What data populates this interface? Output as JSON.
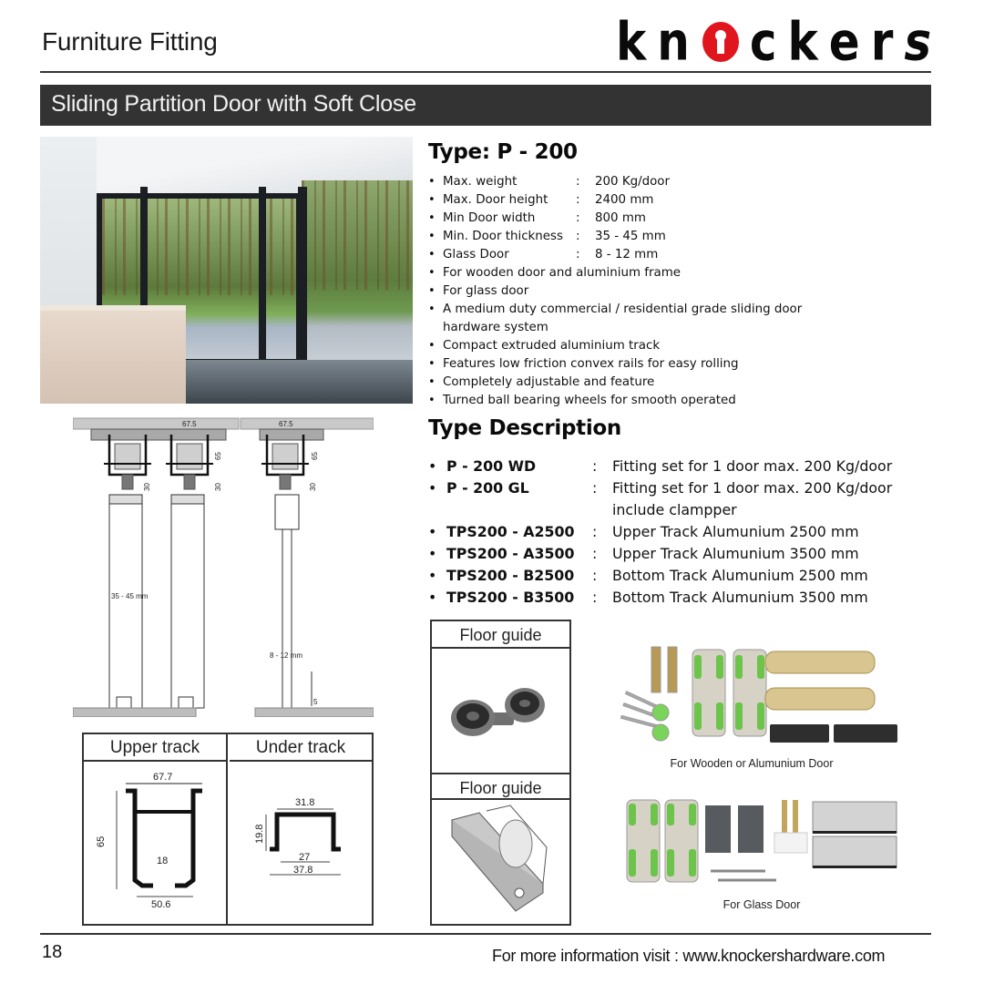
{
  "header": {
    "section_title": "Furniture Fitting",
    "brand": {
      "letters": [
        "k",
        "n",
        "c",
        "k",
        "e",
        "r",
        "s"
      ],
      "keyhole_color": "#e0151d",
      "text_color": "#0a0a0a"
    },
    "banner_title": "Sliding Partition Door with Soft Close",
    "banner_bg": "#333333"
  },
  "hero_photo": {
    "alt": "Interior with black-framed sliding glass door opening to a pine forest"
  },
  "type": {
    "title": "Type: P - 200",
    "specs": [
      {
        "key": "Max. weight",
        "sep": ":",
        "value": "200 Kg/door"
      },
      {
        "key": "Max. Door height",
        "sep": ":",
        "value": "2400 mm"
      },
      {
        "key": "Min Door width",
        "sep": ":",
        "value": "800 mm"
      },
      {
        "key": "Min. Door thickness",
        "sep": ":",
        "value": "35 - 45 mm"
      },
      {
        "key": "Glass Door",
        "sep": ":",
        "value": "8 - 12 mm"
      }
    ],
    "features": [
      "For wooden door and aluminium frame",
      "For glass door",
      "A medium duty commercial / residential grade sliding door hardware system",
      "Compact extruded aluminium track",
      "Features low friction convex rails for easy rolling",
      "Completely adjustable and feature",
      "Turned ball bearing wheels for smooth operated"
    ]
  },
  "type_description": {
    "title": "Type Description",
    "items": [
      {
        "code": "P - 200 WD",
        "sep": ":",
        "desc": "Fitting set for 1 door max. 200 Kg/door"
      },
      {
        "code": "P - 200 GL",
        "sep": ":",
        "desc": "Fitting set for 1 door max. 200 Kg/door include clampper"
      },
      {
        "code": "TPS200 - A2500",
        "sep": ":",
        "desc": "Upper Track Alumunium 2500 mm"
      },
      {
        "code": "TPS200 - A3500",
        "sep": ":",
        "desc": "Upper Track Alumunium 3500 mm"
      },
      {
        "code": "TPS200 - B2500",
        "sep": ":",
        "desc": "Bottom Track Alumunium 2500 mm"
      },
      {
        "code": "TPS200 - B3500",
        "sep": ":",
        "desc": "Bottom Track Alumunium 3500 mm"
      }
    ]
  },
  "section_diagram": {
    "track_width_left": "67.5",
    "track_width_right": "67.5",
    "height_65": "65",
    "gap_30": "30",
    "door_thickness": "35 - 45 mm",
    "glass_thickness": "8 - 12 mm",
    "floor_gap": "5"
  },
  "tracks": {
    "upper": {
      "label": "Upper track",
      "top_width": "67.7",
      "height": "65",
      "slot": "18",
      "bottom_width": "50.6"
    },
    "under": {
      "label": "Under track",
      "top_width": "31.8",
      "height": "19.8",
      "inner": "27",
      "outer": "37.8"
    }
  },
  "floor_guides": [
    {
      "label": "Floor guide",
      "kind": "twin roller guide"
    },
    {
      "label": "Floor guide",
      "kind": "U-channel guide"
    }
  ],
  "kits": [
    {
      "caption": "For Wooden or Alumunium Door"
    },
    {
      "caption": "For Glass Door"
    }
  ],
  "footer": {
    "page_number": "18",
    "info": "For more information visit : www.knockershardware.com"
  }
}
